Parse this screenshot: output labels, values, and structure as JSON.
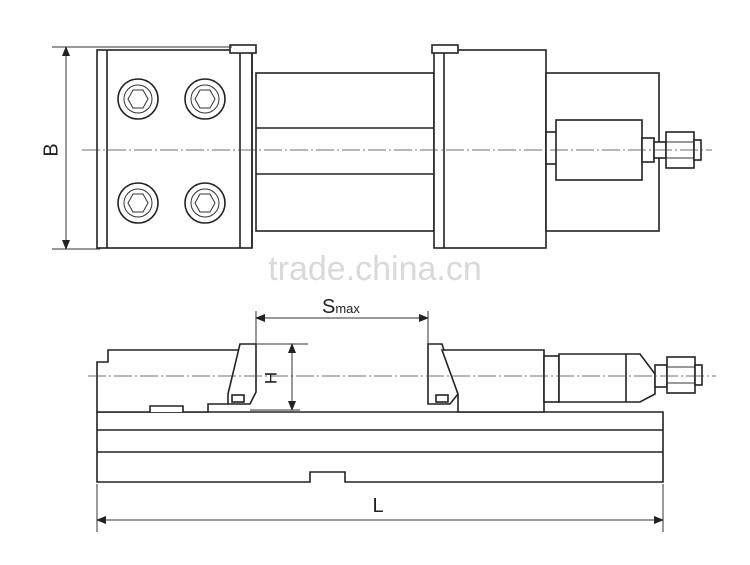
{
  "labels": {
    "width": "B",
    "stroke": "S",
    "stroke_sub": "max",
    "jaw_height": "H",
    "length": "L"
  },
  "watermark": "trade.china.cn",
  "colors": {
    "line": "#222222",
    "watermark": "#d9d9d9",
    "background": "#ffffff"
  }
}
